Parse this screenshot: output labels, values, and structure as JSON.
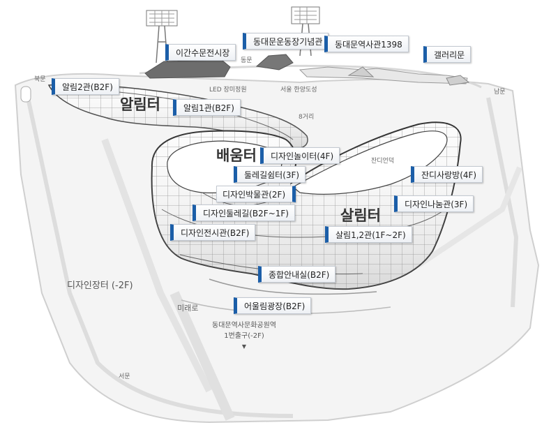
{
  "map": {
    "zones": {
      "alimteo": "알림터",
      "baeumteo": "배움터",
      "salimteo": "살림터"
    },
    "facility_labels": {
      "igansu": "이간수문전시장",
      "dongdaemun_stadium_memorial": "동대문운동장기념관",
      "dongdaemun_history": "동대문역사관1398",
      "gallery_gate": "갤러리문",
      "alim2": "알림2관(B2F)",
      "alim1": "알림1관(B2F)",
      "design_playground": "디자인놀이터(4F)",
      "dulle_rest": "둘레길쉼터(3F)",
      "jandi_room": "잔디사랑방(4F)",
      "design_museum": "디자인박물관(2F)",
      "design_dulle": "디자인둘레길(B2F~1F)",
      "design_sharing": "디자인나눔관(3F)",
      "design_exhibition": "디자인전시관(B2F)",
      "salim12": "살림1,2관(1F~2F)",
      "info_center": "종합안내실(B2F)",
      "oulrim_plaza": "어울림광장(B2F)"
    },
    "place_text": {
      "north_gate": "북문",
      "east_gate": "동문",
      "south_gate": "남문",
      "west_gate": "서문",
      "led_garden": "LED 장미정원",
      "seoul_fortress": "서울 한양도성",
      "crossroad": "8거리",
      "jandi_hill": "잔디언덕",
      "mirae_ro": "미래로",
      "design_market": "디자인장터 (-2F)",
      "station_exit_line1": "동대문역사문화공원역",
      "station_exit_line2": "1번출구(-2F)",
      "arrow": "▼"
    }
  }
}
